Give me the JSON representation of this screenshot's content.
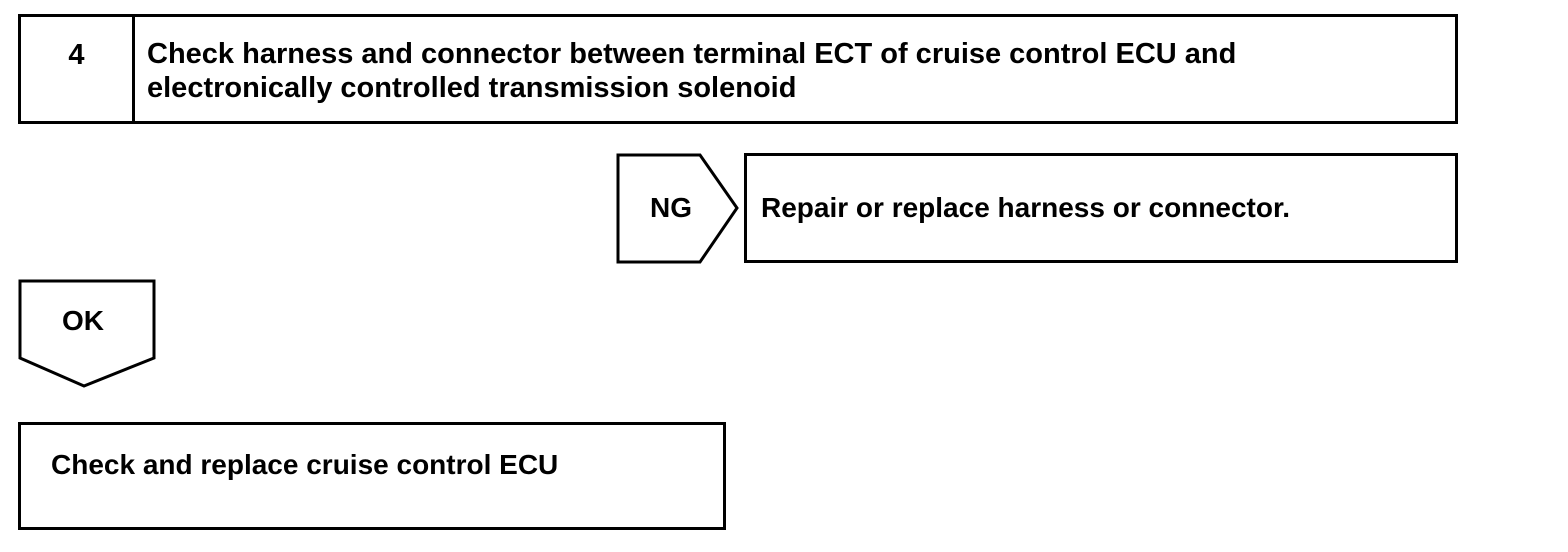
{
  "step": {
    "number": "4",
    "title_line1": "Check harness and connector between terminal ECT of cruise control ECU and",
    "title_line2": "electronically controlled transmission solenoid"
  },
  "ng_branch": {
    "label": "NG",
    "action": "Repair or replace harness or connector."
  },
  "ok_branch": {
    "label": "OK"
  },
  "final_step": {
    "text": "Check and replace cruise control ECU"
  },
  "colors": {
    "line": "#000000",
    "background": "#ffffff"
  }
}
